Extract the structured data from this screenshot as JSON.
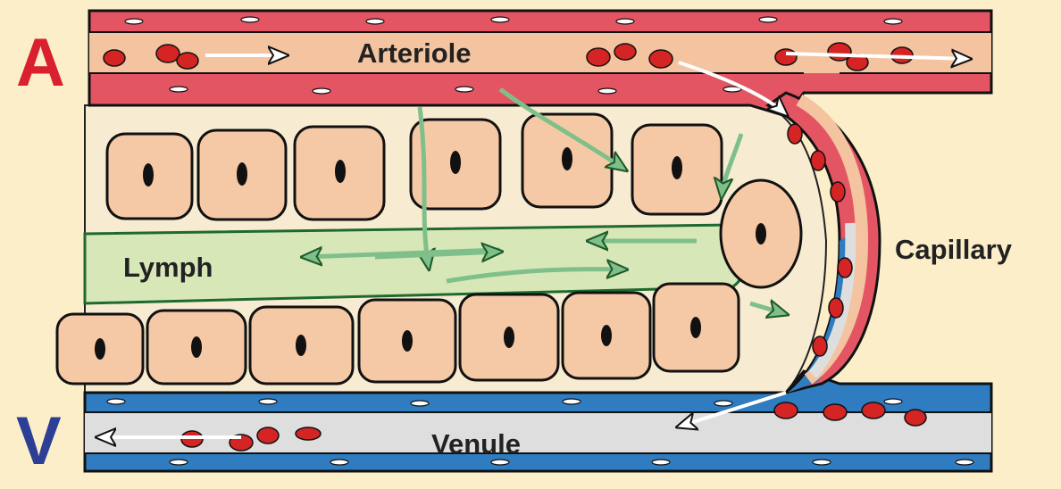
{
  "markers": {
    "artery": "A",
    "vein": "V"
  },
  "labels": {
    "arteriole": "Arteriole",
    "capillary": "Capillary",
    "lymph": "Lymph",
    "venule": "Venule"
  },
  "colors": {
    "background": "#fbeec9",
    "arterial_wall": "#e45564",
    "arterial_lumen": "#f4c3a0",
    "venous_wall": "#2f7cc0",
    "venous_lumen": "#dedede",
    "tissue_cell": "#f6c9a6",
    "lymph_channel": "#d8e7b8",
    "lymph_arrow": "#7fc08a",
    "red_blood_cell": "#d42424",
    "artery_marker": "#d8202e",
    "vein_marker": "#2c3f95"
  }
}
